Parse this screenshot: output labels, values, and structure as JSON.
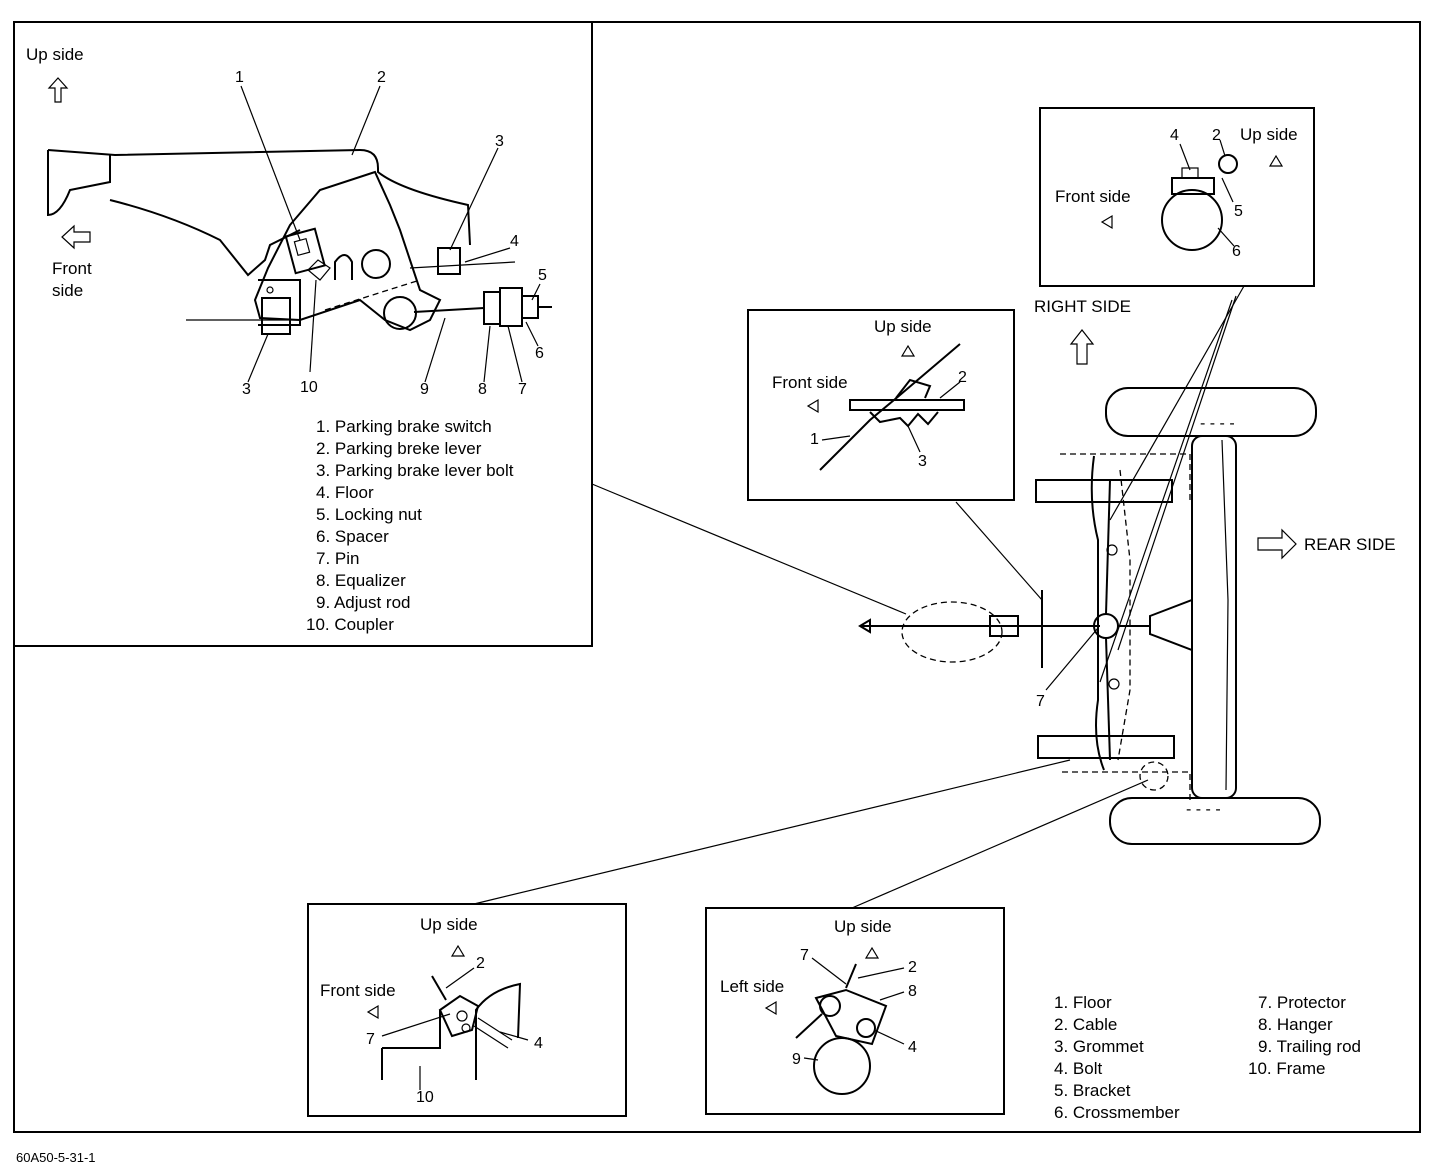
{
  "figure_code": "60A50-5-31-1",
  "main_inset": {
    "up_side": "Up side",
    "front_side_1": "Front",
    "front_side_2": "side",
    "callouts": [
      "1",
      "2",
      "3",
      "4",
      "5",
      "6",
      "7",
      "8",
      "9",
      "10",
      "3"
    ],
    "legend": [
      "1. Parking brake switch",
      "2. Parking breke lever",
      "3. Parking brake lever bolt",
      "4. Floor",
      "5. Locking nut",
      "6. Spacer",
      "7. Pin",
      "8. Equalizer",
      "9. Adjust rod",
      "10. Coupler"
    ]
  },
  "right_inset": {
    "up_side": "Up side",
    "front_side": "Front side",
    "callouts": [
      "4",
      "2",
      "5",
      "6"
    ]
  },
  "grommet_inset": {
    "up_side": "Up side",
    "front_side": "Front side",
    "callouts": [
      "2",
      "1",
      "3"
    ]
  },
  "right_side_label": "RIGHT SIDE",
  "rear_side_label": "REAR SIDE",
  "chassis_callout": "7",
  "frame_inset": {
    "up_side": "Up side",
    "front_side": "Front side",
    "callouts": [
      "2",
      "7",
      "4",
      "10"
    ]
  },
  "trailing_inset": {
    "up_side": "Up side",
    "left_side": "Left side",
    "callouts": [
      "7",
      "2",
      "8",
      "4",
      "9"
    ]
  },
  "bottom_legend": {
    "col1": [
      "1. Floor",
      "2. Cable",
      "3. Grommet",
      "4. Bolt",
      "5. Bracket",
      "6. Crossmember"
    ],
    "col2": [
      "7. Protector",
      "8. Hanger",
      "9. Trailing rod",
      "10. Frame"
    ]
  }
}
